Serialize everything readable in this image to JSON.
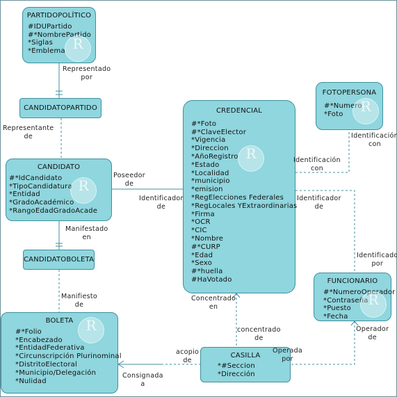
{
  "entities": {
    "partido": {
      "title": "PARTIDOPOLÍTICO",
      "attrs": [
        "#IDUPartido",
        "#*NombrePartido",
        "*Siglas",
        "*Emblema"
      ]
    },
    "candidatopartido": {
      "title": "CANDIDATOPARTIDO"
    },
    "candidato": {
      "title": "CANDIDATO",
      "attrs": [
        "#*IdCandidato",
        "*TipoCandidatura",
        "*Entidad",
        "*GradoAcadémico",
        "*RangoEdadGradoAcade"
      ]
    },
    "candidatoboleta": {
      "title": "CANDIDATOBOLETA"
    },
    "boleta": {
      "title": "BOLETA",
      "attrs": [
        "#*Folio",
        "*Encabezado",
        "*EntidadFederativa",
        "*Circunscripción Plurinominal",
        "*DistritoElectoral",
        "*Municipio/Delegación",
        "*Nulidad"
      ]
    },
    "credencial": {
      "title": "CREDENCIAL",
      "attrs": [
        "#*Foto",
        "#*ClaveElector",
        "*Vigencia",
        "*Direccion",
        "*AñoRegistro",
        "*Estado",
        "*Localidad",
        "*municipio",
        "*emision",
        "*RegElecciones Federales",
        "*RegLocales YExtraordinarias",
        "*Firma",
        "*OCR",
        "*CIC",
        "*Nombre",
        "#*CURP",
        "*Edad",
        "*Sexo",
        "#*huella",
        "#HaVotado"
      ]
    },
    "fotopersona": {
      "title": "FOTOPERSONA",
      "attrs": [
        "#*Numero",
        "*Foto"
      ]
    },
    "funcionario": {
      "title": "FUNCIONARIO",
      "attrs": [
        "#*NumeroOperador",
        "*Contraseña",
        "*Puesto",
        "*Fecha"
      ]
    },
    "casilla": {
      "title": "CASILLA",
      "attrs": [
        "*#Seccion",
        "*Dirección"
      ]
    }
  },
  "relationships": {
    "representado_por": "Representado\npor",
    "representante_de": "Representante\nde",
    "poseedor_de": "Poseedor\nde",
    "identificador_de_1": "Identificador\nde",
    "manifestado_en": "Manifestado\nen",
    "manifiesto_de": "Manifiesto\nde",
    "identificacion_con_1": "Identificación\ncon",
    "identificacion_con_2": "Identificación\ncon",
    "identificador_de_2": "Identificador\nde",
    "identificado_por": "Identificado\npor",
    "concentrado_en": "Concentrado\nen",
    "concentrado_de": "concentrado\nde",
    "operador_de": "Operador\nde",
    "operada_por": "Operada\npor",
    "acopio_de": "acopio\nde",
    "consignada_a": "Consignada\na"
  },
  "watermark_glyph": "R",
  "colors": {
    "entity_fill": "#8fd6de",
    "entity_border": "#3f8f9e",
    "line": "#3f8f9e"
  }
}
